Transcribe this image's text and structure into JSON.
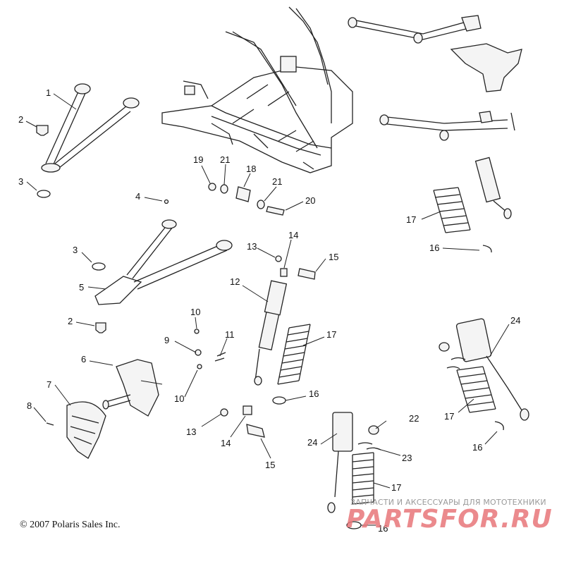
{
  "copyright": "© 2007 Polaris Sales Inc.",
  "watermark": {
    "tagline": "ЗАПЧАСТИ И АКСЕССУАРЫ ДЛЯ МОТОТЕХНИКИ",
    "logo": "PARTSFOR.RU"
  },
  "callouts": [
    {
      "id": "c1",
      "text": "1"
    },
    {
      "id": "c2a",
      "text": "2"
    },
    {
      "id": "c3a",
      "text": "3"
    },
    {
      "id": "c4",
      "text": "4"
    },
    {
      "id": "c3b",
      "text": "3"
    },
    {
      "id": "c5",
      "text": "5"
    },
    {
      "id": "c2b",
      "text": "2"
    },
    {
      "id": "c6",
      "text": "6"
    },
    {
      "id": "c7",
      "text": "7"
    },
    {
      "id": "c8",
      "text": "8"
    },
    {
      "id": "c19",
      "text": "19"
    },
    {
      "id": "c21a",
      "text": "21"
    },
    {
      "id": "c18",
      "text": "18"
    },
    {
      "id": "c21b",
      "text": "21"
    },
    {
      "id": "c20",
      "text": "20"
    },
    {
      "id": "c13a",
      "text": "13"
    },
    {
      "id": "c14a",
      "text": "14"
    },
    {
      "id": "c15a",
      "text": "15"
    },
    {
      "id": "c12",
      "text": "12"
    },
    {
      "id": "c10a",
      "text": "10"
    },
    {
      "id": "c9",
      "text": "9"
    },
    {
      "id": "c11",
      "text": "11"
    },
    {
      "id": "c10b",
      "text": "10"
    },
    {
      "id": "c17a",
      "text": "17"
    },
    {
      "id": "c16a",
      "text": "16"
    },
    {
      "id": "c13b",
      "text": "13"
    },
    {
      "id": "c14b",
      "text": "14"
    },
    {
      "id": "c15b",
      "text": "15"
    },
    {
      "id": "c17b",
      "text": "17"
    },
    {
      "id": "c16b",
      "text": "16"
    },
    {
      "id": "c24a",
      "text": "24"
    },
    {
      "id": "c17c",
      "text": "17"
    },
    {
      "id": "c16c",
      "text": "16"
    },
    {
      "id": "c24b",
      "text": "24"
    },
    {
      "id": "c22",
      "text": "22"
    },
    {
      "id": "c23",
      "text": "23"
    },
    {
      "id": "c17d",
      "text": "17"
    },
    {
      "id": "c16d",
      "text": "16"
    }
  ]
}
